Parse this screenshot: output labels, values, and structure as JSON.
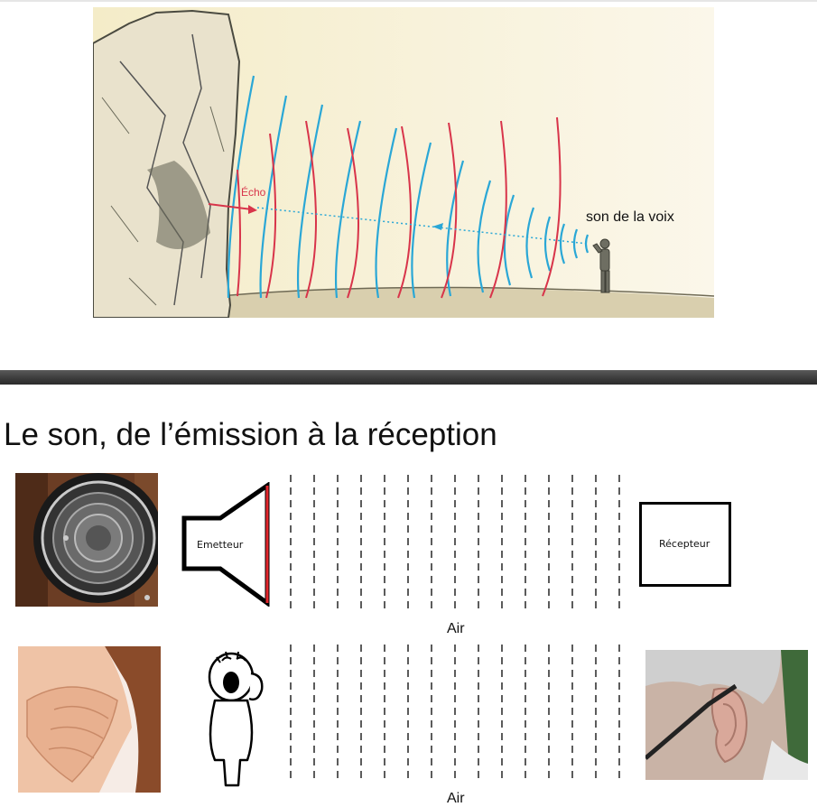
{
  "illustration": {
    "echo_label": "Écho",
    "voice_label": "son de la voix"
  },
  "section": {
    "title": "Le son, de l’émission à la réception"
  },
  "diagram": {
    "emitter_label": "Emetteur",
    "receiver_label": "Récepteur",
    "medium_label_1": "Air",
    "medium_label_2": "Air"
  },
  "colors": {
    "wave_blue": "#2aa7d6",
    "wave_red": "#d8344a",
    "divider": "#3a3a3a"
  }
}
